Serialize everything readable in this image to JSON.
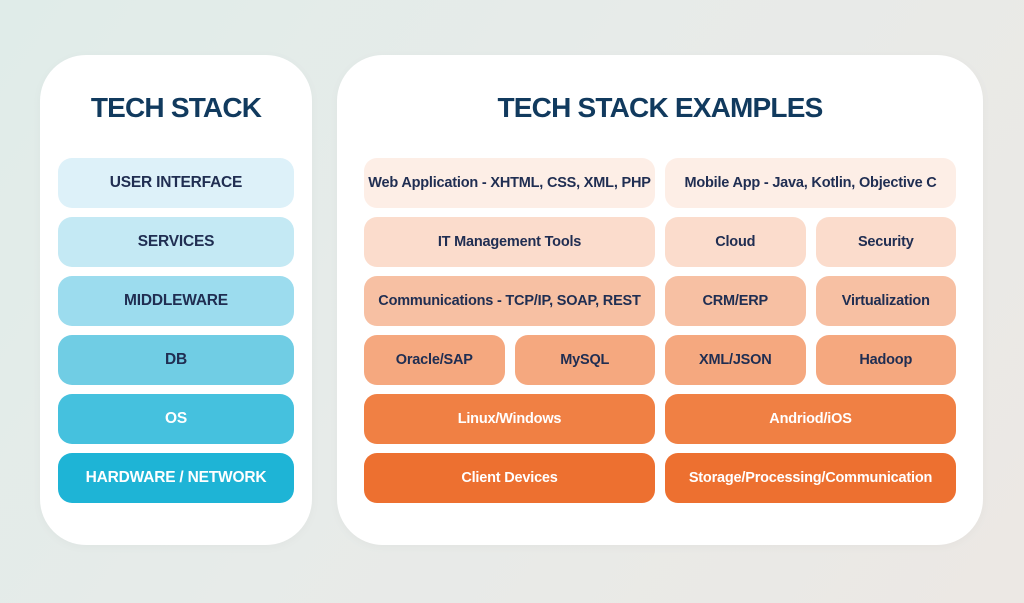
{
  "colors": {
    "title_text": "#113a5e",
    "navy_label": "#202e52",
    "white_label": "#ffffff",
    "panel_bg": "#ffffff"
  },
  "left_panel": {
    "title": "TECH STACK",
    "layers": [
      {
        "label": "USER INTERFACE",
        "bg": "#ddf1f9",
        "fg": "#202e52"
      },
      {
        "label": "SERVICES",
        "bg": "#c4e9f4",
        "fg": "#202e52"
      },
      {
        "label": "MIDDLEWARE",
        "bg": "#9cdcee",
        "fg": "#202e52"
      },
      {
        "label": "DB",
        "bg": "#70cde4",
        "fg": "#202e52"
      },
      {
        "label": "OS",
        "bg": "#45c1de",
        "fg": "#ffffff"
      },
      {
        "label": "HARDWARE / NETWORK",
        "bg": "#1eb4d6",
        "fg": "#ffffff"
      }
    ]
  },
  "right_panel": {
    "title": "TECH STACK EXAMPLES",
    "rows": [
      {
        "bg": "#fdeee6",
        "fg": "#202e52",
        "boxes": [
          {
            "label": "Web Application - XHTML, CSS, XML, PHP"
          },
          {
            "label": "Mobile App - Java, Kotlin, Objective C"
          }
        ]
      },
      {
        "bg": "#fbdccc",
        "fg": "#202e52",
        "boxes": [
          {
            "label": "IT Management Tools"
          },
          {
            "label": "Cloud"
          },
          {
            "label": "Security"
          }
        ]
      },
      {
        "bg": "#f7c0a3",
        "fg": "#202e52",
        "boxes": [
          {
            "label": "Communications - TCP/IP, SOAP, REST"
          },
          {
            "label": "CRM/ERP"
          },
          {
            "label": "Virtualization"
          }
        ]
      },
      {
        "bg": "#f5a87f",
        "fg": "#202e52",
        "boxes": [
          {
            "label": "Oracle/SAP"
          },
          {
            "label": "MySQL"
          },
          {
            "label": "XML/JSON"
          },
          {
            "label": "Hadoop"
          }
        ]
      },
      {
        "bg": "#f08044",
        "fg": "#ffffff",
        "boxes": [
          {
            "label": "Linux/Windows"
          },
          {
            "label": "Andriod/iOS"
          }
        ]
      },
      {
        "bg": "#ed7030",
        "fg": "#ffffff",
        "boxes": [
          {
            "label": "Client Devices"
          },
          {
            "label": "Storage/Processing/Communication"
          }
        ]
      }
    ]
  }
}
